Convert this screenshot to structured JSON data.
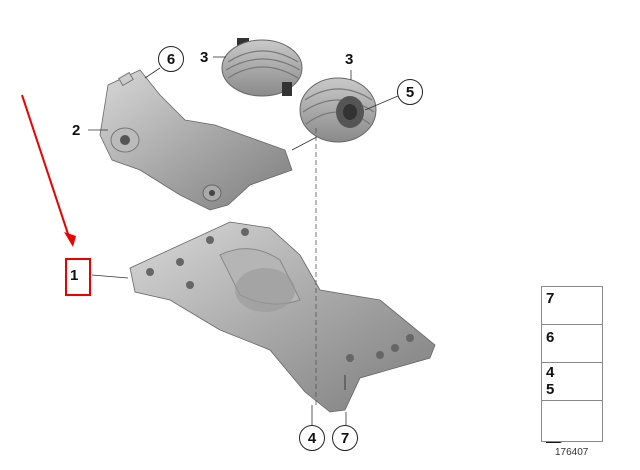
{
  "diagram": {
    "callouts": {
      "part1": "1",
      "part2": "2",
      "part3a": "3",
      "part3b": "3",
      "part4": "4",
      "part5": "5",
      "part6": "6",
      "part7": "7"
    },
    "highlight_color": "#e00000",
    "diagram_id": "176407"
  },
  "legend": {
    "rows": [
      {
        "numbers": [
          "7"
        ],
        "icon": "flange-bolt-icon"
      },
      {
        "numbers": [
          "6"
        ],
        "icon": "socket-head-bolt-icon"
      },
      {
        "numbers": [
          "4",
          "5"
        ],
        "icon": "hex-bolt-icon"
      },
      {
        "numbers": [],
        "icon": "direction-arrow-icon"
      }
    ]
  }
}
